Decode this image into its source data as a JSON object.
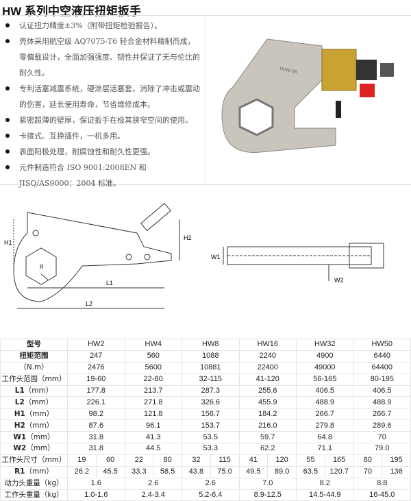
{
  "title": "HW 系列中空液压扭矩扳手",
  "features": [
    "认证扭力精度±3%（附带扭矩检验报告）。",
    "壳体采用航空级 AQ7075-T6 轻合金材料精制而成，零偏载设计，全面加强强度、韧性并保证了无与伦比的耐久性。",
    "专利活塞减震系统，硬涂层活塞套，消除了冲击或震动的伤害，延长使用寿命，节省维修成本。",
    "紧密超薄的壁厚，保证扳手在极其狭窄空间的使用。",
    "卡接式、互换插件，一机多用。",
    "表面阳极处理，耐腐蚀性和耐久性更强。",
    "元件制造符合 ISO 9001:2008EN 和 JISQ/AS9000：2004 标准。"
  ],
  "diagram_labels": {
    "h1": "H1",
    "h2": "H2",
    "l1": "L1",
    "l2": "L2",
    "r": "R",
    "w1": "W1",
    "w2": "W2",
    "photo_text": "HW8-06"
  },
  "table": {
    "models_label": "型号",
    "models": [
      "HW2",
      "HW4",
      "HW8",
      "HW16",
      "HW32",
      "HW50"
    ],
    "torque_label": "扭矩范围",
    "torque_unit": "（N.m）",
    "torque_min": [
      "247",
      "560",
      "1088",
      "2240",
      "4900",
      "6440"
    ],
    "torque_max": [
      "2476",
      "5600",
      "10881",
      "22400",
      "49000",
      "64400"
    ],
    "rows": [
      {
        "key": "",
        "unit": "工作头范围（mm）",
        "values": [
          "19-60",
          "22-80",
          "32-115",
          "41-120",
          "56-165",
          "80-195"
        ]
      },
      {
        "key": "L1",
        "unit": "（mm）",
        "values": [
          "177.8",
          "213.7",
          "287.3",
          "255.6",
          "406.5",
          "406.5"
        ]
      },
      {
        "key": "L2",
        "unit": "（mm）",
        "values": [
          "226.1",
          "271.8",
          "326.6",
          "455.9",
          "488.9",
          "488.9"
        ]
      },
      {
        "key": "H1",
        "unit": "（mm）",
        "values": [
          "98.2",
          "121.8",
          "156.7",
          "184.2",
          "266.7",
          "266.7"
        ]
      },
      {
        "key": "H2",
        "unit": "（mm）",
        "values": [
          "87.6",
          "96.1",
          "153.7",
          "216.0",
          "279.8",
          "289.6"
        ]
      },
      {
        "key": "W1",
        "unit": "（mm）",
        "values": [
          "31.8",
          "41.3",
          "53.5",
          "59.7",
          "64.8",
          "70"
        ]
      },
      {
        "key": "W2",
        "unit": "（mm）",
        "values": [
          "31.8",
          "44.5",
          "53.3",
          "62.2",
          "71.1",
          "79.0"
        ]
      }
    ],
    "head_size_label": "工作头尺寸（mm）",
    "head_size": [
      "19",
      "60",
      "22",
      "80",
      "32",
      "115",
      "41",
      "120",
      "55",
      "165",
      "80",
      "195"
    ],
    "r1_key": "R1",
    "r1_unit": "（mm）",
    "r1": [
      "26.2",
      "45.5",
      "33.3",
      "58.5",
      "43.8",
      "75.0",
      "49.5",
      "89.0",
      "63.5",
      "120.7",
      "70",
      "136"
    ],
    "power_weight_label": "动力头重量（kg）",
    "power_weight": [
      "1.6",
      "2.6",
      "2.6",
      "7.0",
      "8.2",
      "8.8"
    ],
    "head_weight_label": "工作头重量（kg）",
    "head_weight": [
      "1.0-1.6",
      "2.4-3.4",
      "5.2-6.4",
      "8.9-12.5",
      "14.5-44.9",
      "16-45.0"
    ]
  }
}
